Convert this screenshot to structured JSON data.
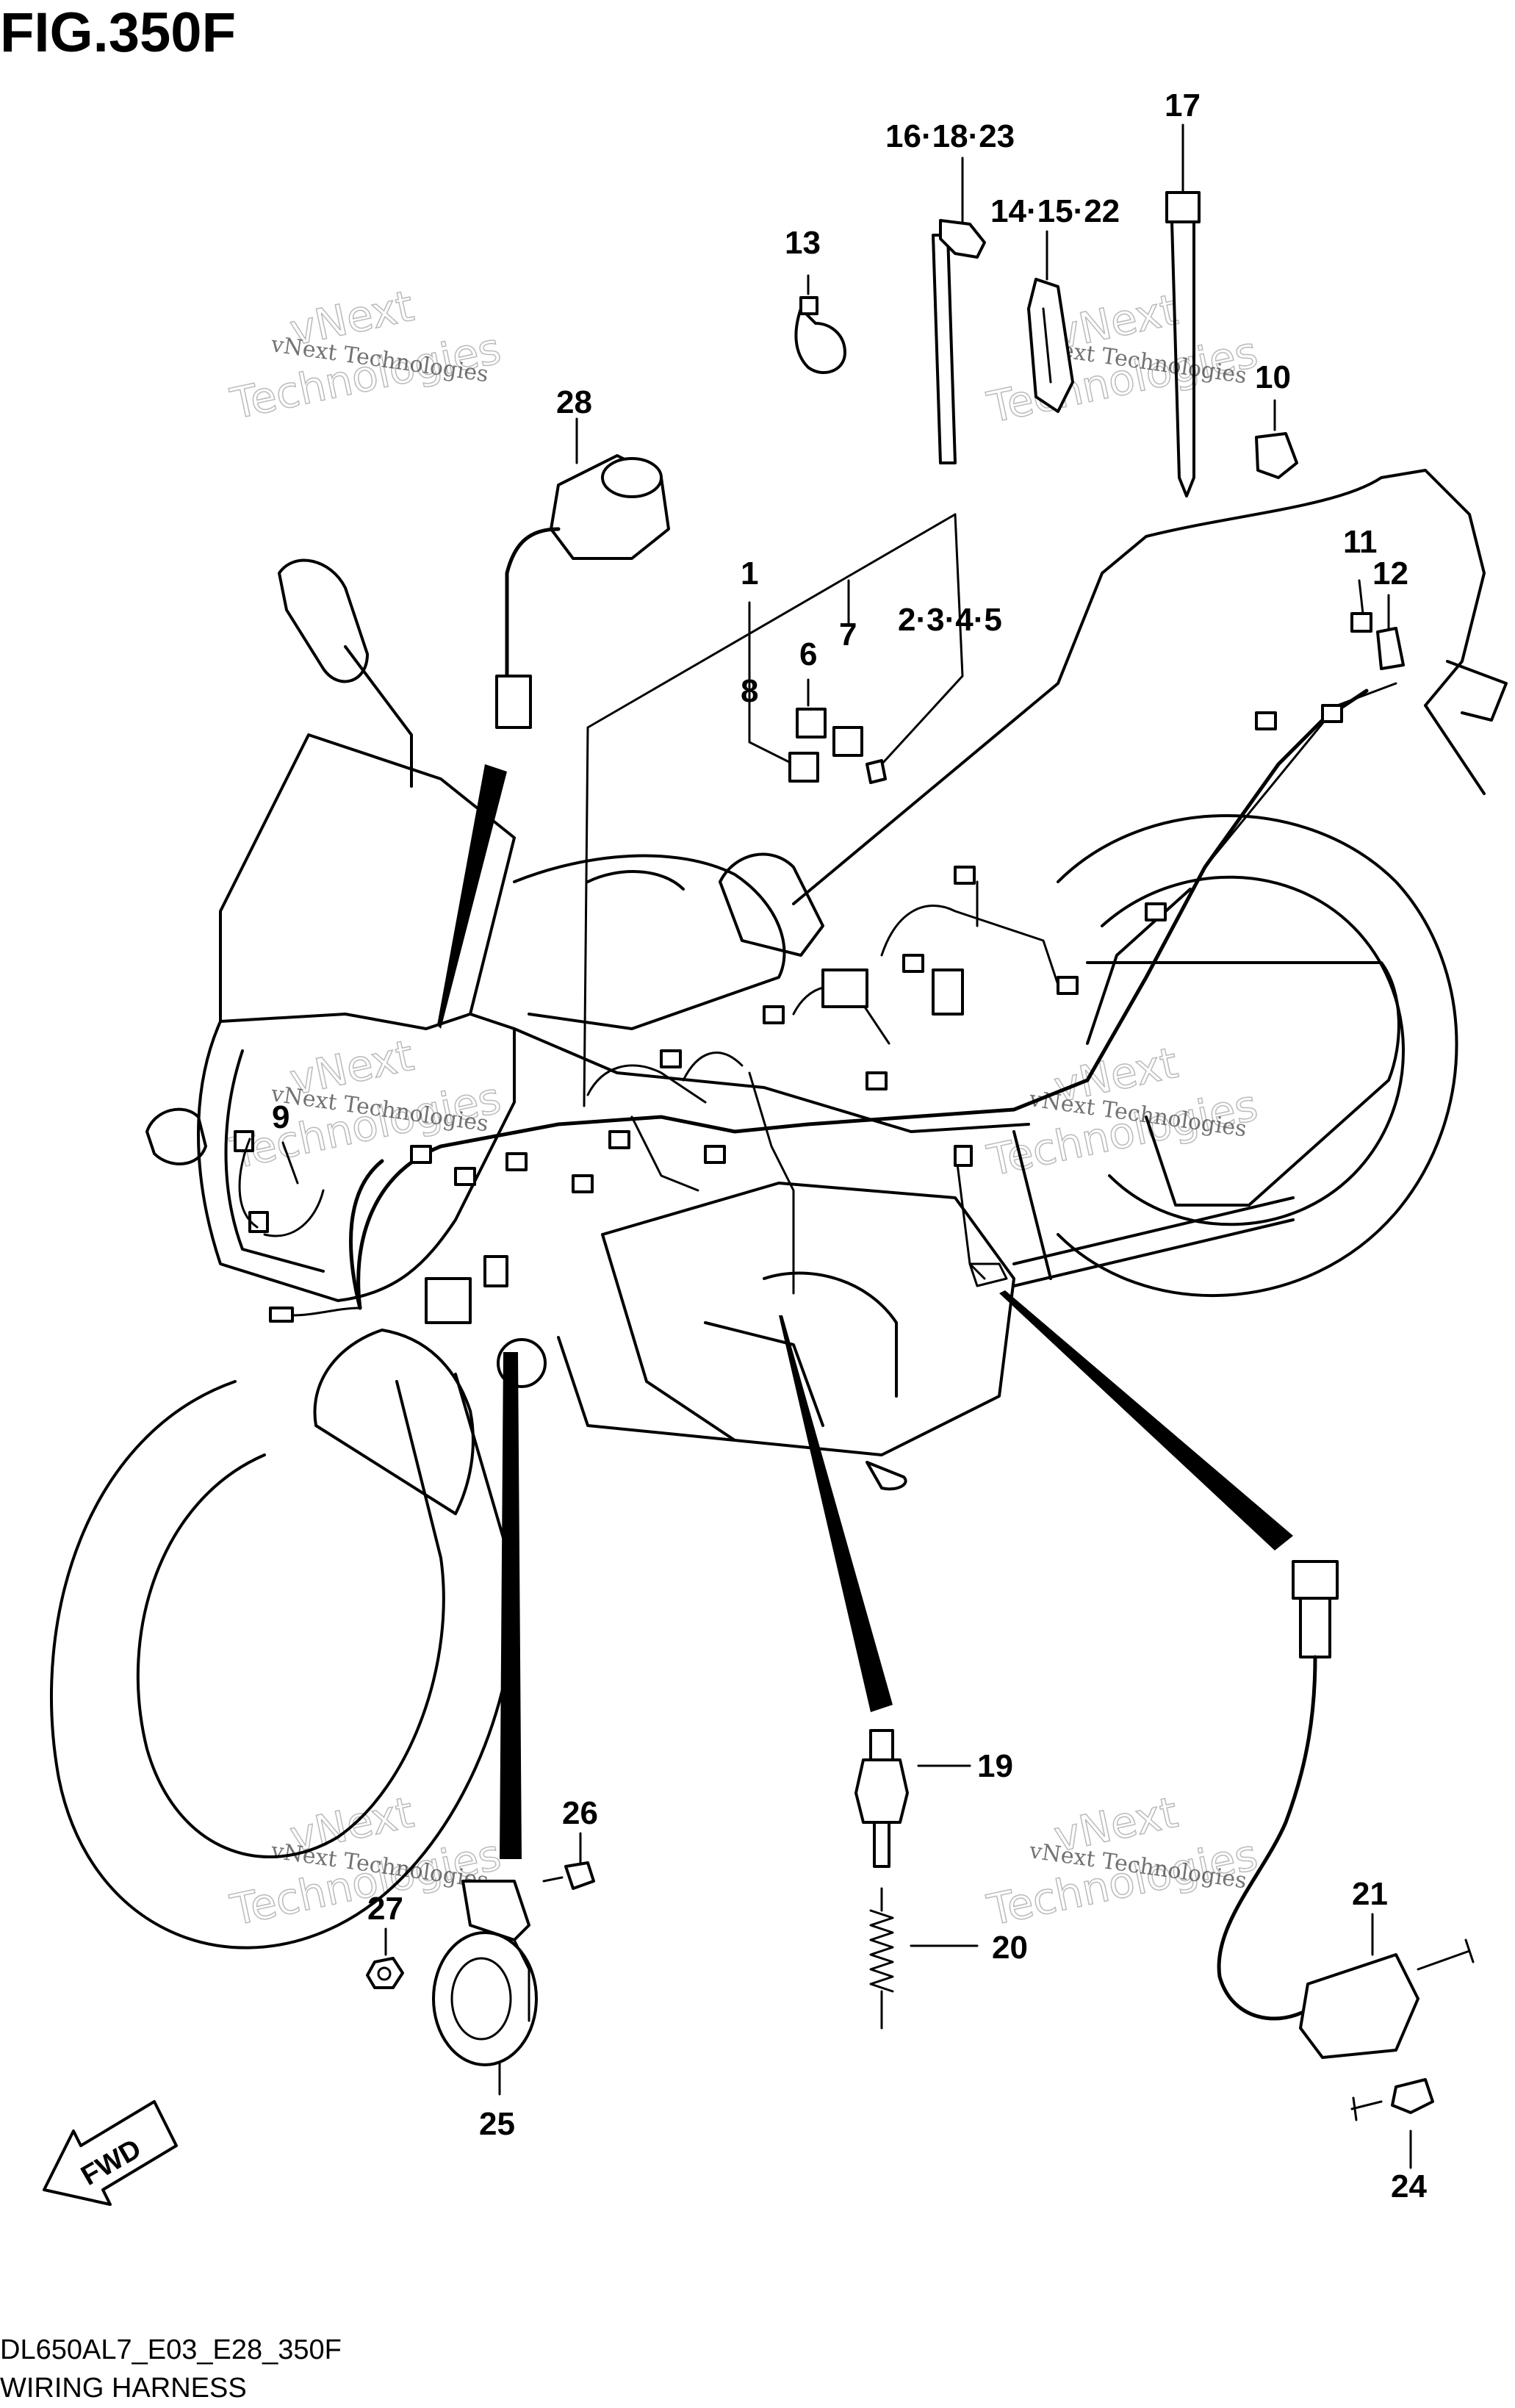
{
  "figure": {
    "title": "FIG.350F",
    "code": "DL650AL7_E03_E28_350F",
    "name": "WIRING HARNESS"
  },
  "watermark": {
    "line1": "vNext Technologies",
    "line2": "vNext",
    "line3": "Technologies"
  },
  "direction_badge": {
    "label": "FWD"
  },
  "callouts": [
    {
      "id": "c1",
      "text": "1"
    },
    {
      "id": "c2345",
      "text": "2·3·4·5"
    },
    {
      "id": "c6",
      "text": "6"
    },
    {
      "id": "c7",
      "text": "7"
    },
    {
      "id": "c8",
      "text": "8"
    },
    {
      "id": "c9",
      "text": "9"
    },
    {
      "id": "c10",
      "text": "10"
    },
    {
      "id": "c11",
      "text": "11"
    },
    {
      "id": "c12",
      "text": "12"
    },
    {
      "id": "c13",
      "text": "13"
    },
    {
      "id": "c141522",
      "text": "14·15·22"
    },
    {
      "id": "c161823",
      "text": "16·18·23"
    },
    {
      "id": "c17",
      "text": "17"
    },
    {
      "id": "c19",
      "text": "19"
    },
    {
      "id": "c20",
      "text": "20"
    },
    {
      "id": "c21",
      "text": "21"
    },
    {
      "id": "c24",
      "text": "24"
    },
    {
      "id": "c25",
      "text": "25"
    },
    {
      "id": "c26",
      "text": "26"
    },
    {
      "id": "c27",
      "text": "27"
    },
    {
      "id": "c28",
      "text": "28"
    }
  ]
}
